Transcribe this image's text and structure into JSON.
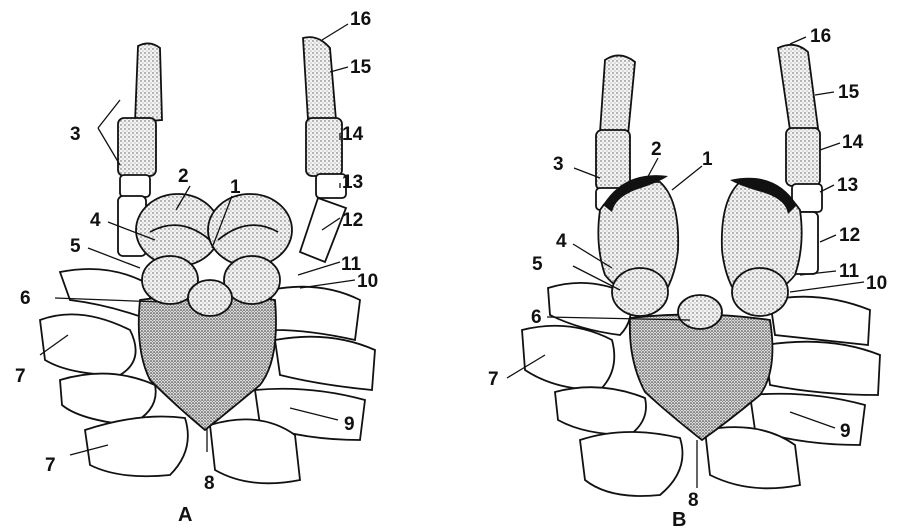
{
  "panels": [
    {
      "id": "A",
      "label": "A",
      "callouts": [
        "1",
        "2",
        "3",
        "4",
        "5",
        "6",
        "7",
        "7",
        "8",
        "9",
        "10",
        "11",
        "12",
        "13",
        "14",
        "15",
        "16"
      ]
    },
    {
      "id": "B",
      "label": "B",
      "callouts": [
        "1",
        "2",
        "3",
        "4",
        "5",
        "6",
        "7",
        "8",
        "9",
        "10",
        "11",
        "12",
        "13",
        "14",
        "15",
        "16"
      ]
    }
  ],
  "colors": {
    "ink": "#111111",
    "stipple": "#cfcfcf",
    "background": "#ffffff"
  }
}
